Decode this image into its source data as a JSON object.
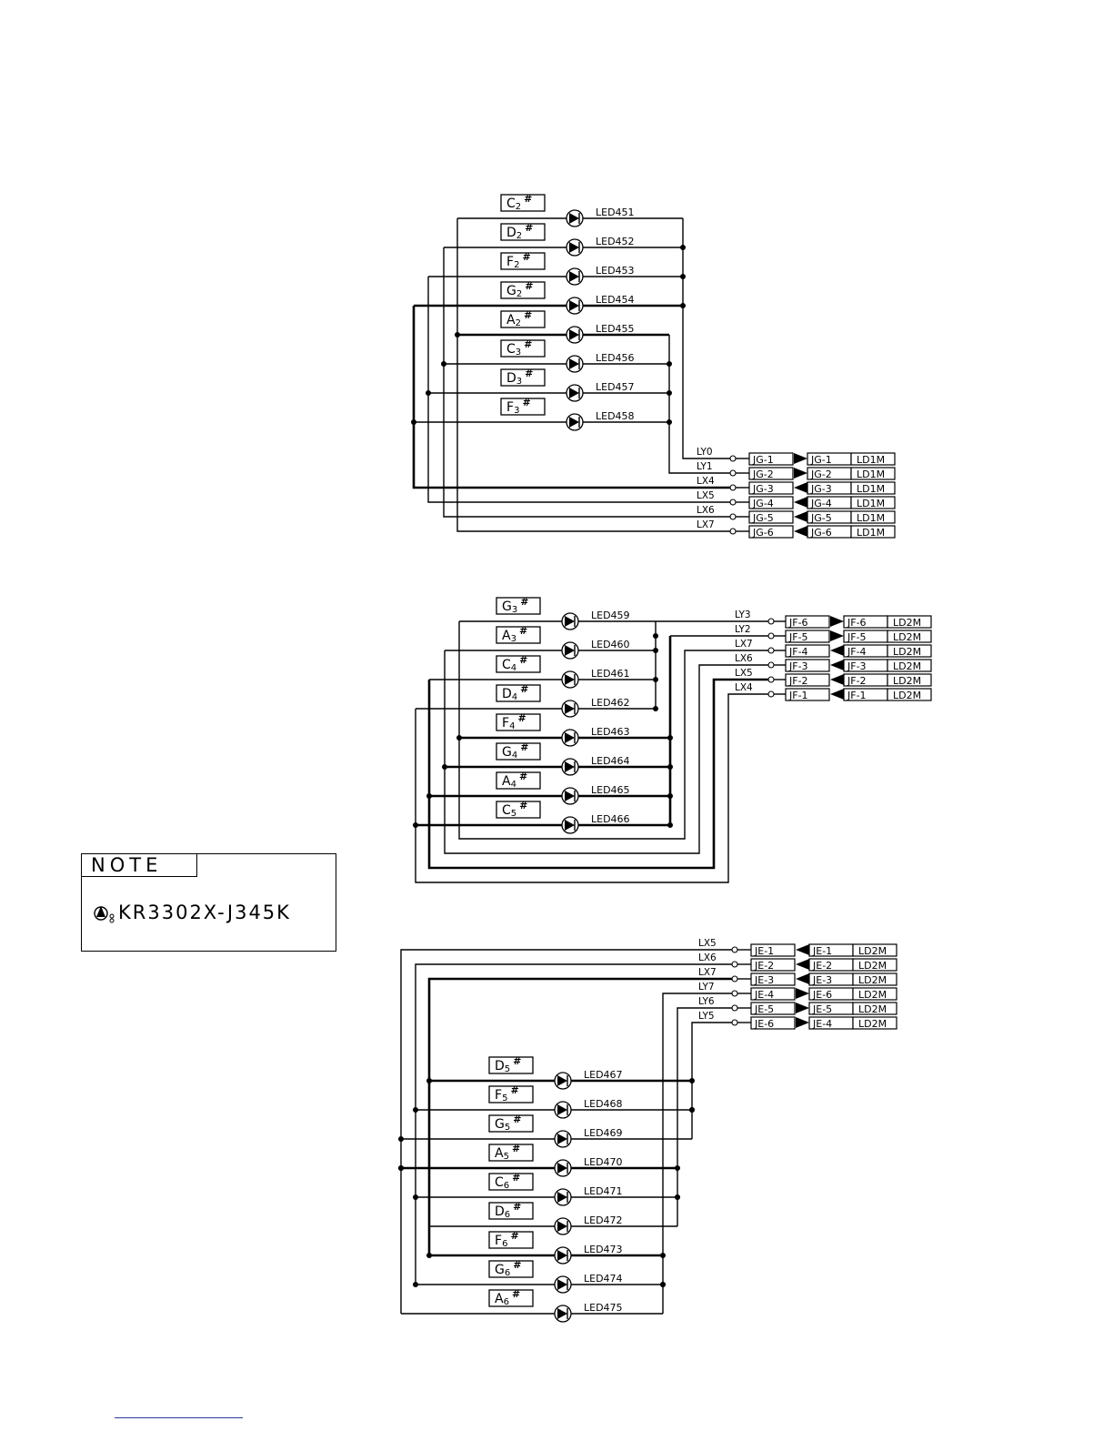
{
  "sections": [
    {
      "keys": [
        {
          "name": "C",
          "sub": "2",
          "sharp": "#"
        },
        {
          "name": "D",
          "sub": "2",
          "sharp": "#"
        },
        {
          "name": "F",
          "sub": "2",
          "sharp": "#"
        },
        {
          "name": "G",
          "sub": "2",
          "sharp": "#"
        },
        {
          "name": "A",
          "sub": "2",
          "sharp": "#"
        },
        {
          "name": "C",
          "sub": "3",
          "sharp": "#"
        },
        {
          "name": "D",
          "sub": "3",
          "sharp": "#"
        },
        {
          "name": "F",
          "sub": "3",
          "sharp": "#"
        }
      ],
      "leds": [
        "LED451",
        "LED452",
        "LED453",
        "LED454",
        "LED455",
        "LED456",
        "LED457",
        "LED458"
      ],
      "signals": [
        "LY0",
        "LY1",
        "LX4",
        "LX5",
        "LX6",
        "LX7"
      ],
      "connectors": [
        {
          "a": "JG-1",
          "b": "JG-1",
          "c": "LD1M",
          "dir": "right"
        },
        {
          "a": "JG-2",
          "b": "JG-2",
          "c": "LD1M",
          "dir": "right"
        },
        {
          "a": "JG-3",
          "b": "JG-3",
          "c": "LD1M",
          "dir": "left"
        },
        {
          "a": "JG-4",
          "b": "JG-4",
          "c": "LD1M",
          "dir": "left"
        },
        {
          "a": "JG-5",
          "b": "JG-5",
          "c": "LD1M",
          "dir": "left"
        },
        {
          "a": "JG-6",
          "b": "JG-6",
          "c": "LD1M",
          "dir": "left"
        }
      ]
    },
    {
      "keys": [
        {
          "name": "G",
          "sub": "3",
          "sharp": "#"
        },
        {
          "name": "A",
          "sub": "3",
          "sharp": "#"
        },
        {
          "name": "C",
          "sub": "4",
          "sharp": "#"
        },
        {
          "name": "D",
          "sub": "4",
          "sharp": "#"
        },
        {
          "name": "F",
          "sub": "4",
          "sharp": "#"
        },
        {
          "name": "G",
          "sub": "4",
          "sharp": "#"
        },
        {
          "name": "A",
          "sub": "4",
          "sharp": "#"
        },
        {
          "name": "C",
          "sub": "5",
          "sharp": "#"
        }
      ],
      "leds": [
        "LED459",
        "LED460",
        "LED461",
        "LED462",
        "LED463",
        "LED464",
        "LED465",
        "LED466"
      ],
      "signals": [
        "LY3",
        "LY2",
        "LX7",
        "LX6",
        "LX5",
        "LX4"
      ],
      "connectors": [
        {
          "a": "JF-6",
          "b": "JF-6",
          "c": "LD2M",
          "dir": "right"
        },
        {
          "a": "JF-5",
          "b": "JF-5",
          "c": "LD2M",
          "dir": "right"
        },
        {
          "a": "JF-4",
          "b": "JF-4",
          "c": "LD2M",
          "dir": "left"
        },
        {
          "a": "JF-3",
          "b": "JF-3",
          "c": "LD2M",
          "dir": "left"
        },
        {
          "a": "JF-2",
          "b": "JF-2",
          "c": "LD2M",
          "dir": "left"
        },
        {
          "a": "JF-1",
          "b": "JF-1",
          "c": "LD2M",
          "dir": "left"
        }
      ]
    },
    {
      "keys": [
        {
          "name": "D",
          "sub": "5",
          "sharp": "#"
        },
        {
          "name": "F",
          "sub": "5",
          "sharp": "#"
        },
        {
          "name": "G",
          "sub": "5",
          "sharp": "#"
        },
        {
          "name": "A",
          "sub": "5",
          "sharp": "#"
        },
        {
          "name": "C",
          "sub": "6",
          "sharp": "#"
        },
        {
          "name": "D",
          "sub": "6",
          "sharp": "#"
        },
        {
          "name": "F",
          "sub": "6",
          "sharp": "#"
        },
        {
          "name": "G",
          "sub": "6",
          "sharp": "#"
        },
        {
          "name": "A",
          "sub": "6",
          "sharp": "#"
        }
      ],
      "leds": [
        "LED467",
        "LED468",
        "LED469",
        "LED470",
        "LED471",
        "LED472",
        "LED473",
        "LED474",
        "LED475"
      ],
      "signals": [
        "LX5",
        "LX6",
        "LX7",
        "LY7",
        "LY6",
        "LY5"
      ],
      "connectors": [
        {
          "a": "JE-1",
          "b": "JE-1",
          "c": "LD2M",
          "dir": "left"
        },
        {
          "a": "JE-2",
          "b": "JE-2",
          "c": "LD2M",
          "dir": "left"
        },
        {
          "a": "JE-3",
          "b": "JE-3",
          "c": "LD2M",
          "dir": "left"
        },
        {
          "a": "JE-4",
          "b": "JE-6",
          "c": "LD2M",
          "dir": "right"
        },
        {
          "a": "JE-5",
          "b": "JE-5",
          "c": "LD2M",
          "dir": "right"
        },
        {
          "a": "JE-6",
          "b": "JE-4",
          "c": "LD2M",
          "dir": "right"
        }
      ]
    }
  ],
  "note": {
    "title": "NOTE",
    "part_number": "KR3302X-J345K",
    "icon": "lead-free-mark-icon"
  }
}
